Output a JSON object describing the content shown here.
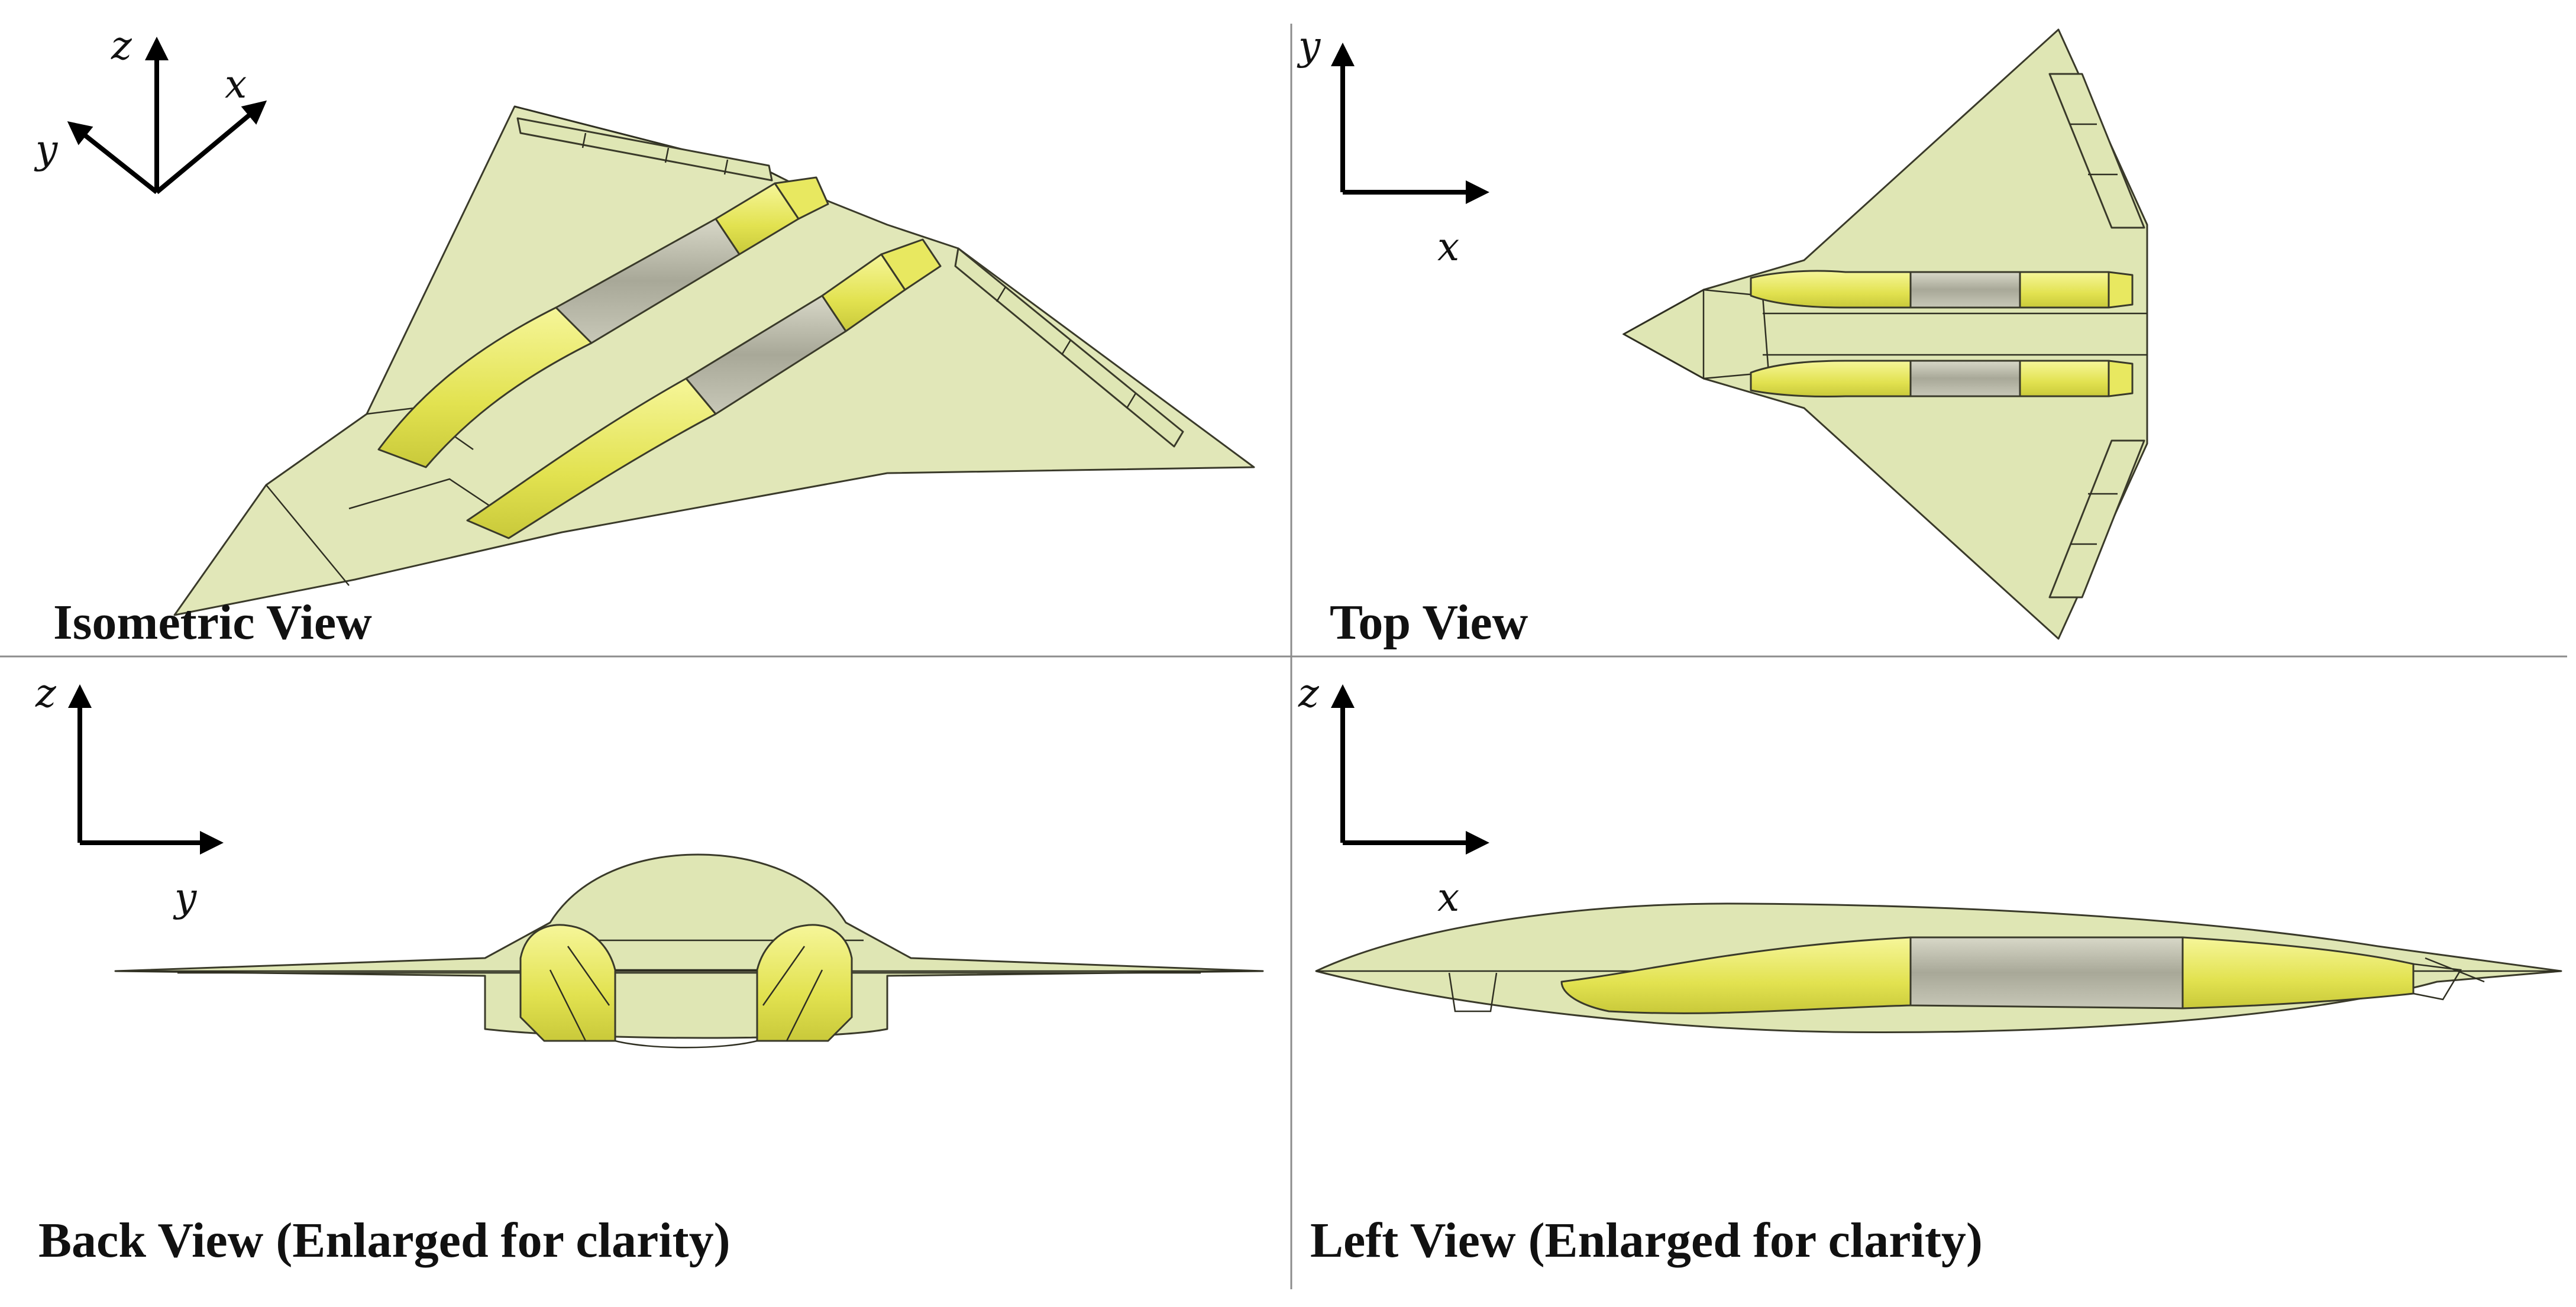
{
  "panels": {
    "isometric": {
      "title": "Isometric View",
      "axes": [
        "z",
        "x",
        "y"
      ]
    },
    "top": {
      "title": "Top View",
      "axes": [
        "y",
        "x"
      ]
    },
    "back": {
      "title": "Back View (Enlarged for clarity)",
      "axes": [
        "z",
        "y"
      ]
    },
    "left": {
      "title": "Left View (Enlarged for clarity)",
      "axes": [
        "z",
        "x"
      ]
    }
  },
  "colors": {
    "body": "#dfe6b4",
    "duct": "#ecec6a",
    "engine": "#b8b8a4",
    "outline": "#3a3a2a",
    "divider": "#8c8c8c"
  }
}
